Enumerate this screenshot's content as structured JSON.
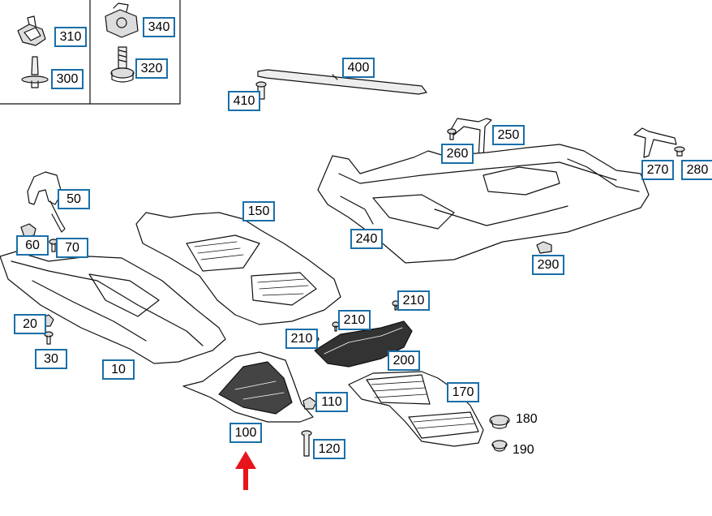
{
  "diagram": {
    "callouts": [
      {
        "id": "310",
        "label": "310"
      },
      {
        "id": "300",
        "label": "300"
      },
      {
        "id": "340",
        "label": "340"
      },
      {
        "id": "320",
        "label": "320"
      },
      {
        "id": "400",
        "label": "400"
      },
      {
        "id": "410",
        "label": "410"
      },
      {
        "id": "250",
        "label": "250"
      },
      {
        "id": "260",
        "label": "260"
      },
      {
        "id": "270",
        "label": "270"
      },
      {
        "id": "280",
        "label": "280"
      },
      {
        "id": "50",
        "label": "50"
      },
      {
        "id": "150",
        "label": "150"
      },
      {
        "id": "240",
        "label": "240"
      },
      {
        "id": "60",
        "label": "60"
      },
      {
        "id": "70",
        "label": "70"
      },
      {
        "id": "290",
        "label": "290"
      },
      {
        "id": "210a",
        "label": "210"
      },
      {
        "id": "20",
        "label": "20"
      },
      {
        "id": "210b",
        "label": "210"
      },
      {
        "id": "210c",
        "label": "210"
      },
      {
        "id": "30",
        "label": "30"
      },
      {
        "id": "200",
        "label": "200"
      },
      {
        "id": "10",
        "label": "10"
      },
      {
        "id": "170",
        "label": "170"
      },
      {
        "id": "110",
        "label": "110"
      },
      {
        "id": "100",
        "label": "100"
      },
      {
        "id": "120",
        "label": "120"
      }
    ],
    "plain_labels": [
      {
        "id": "180",
        "label": "180"
      },
      {
        "id": "190",
        "label": "190"
      }
    ],
    "colors": {
      "callout_border": "#1a6fa8",
      "line": "#111111",
      "arrow": "#e8141c"
    }
  }
}
